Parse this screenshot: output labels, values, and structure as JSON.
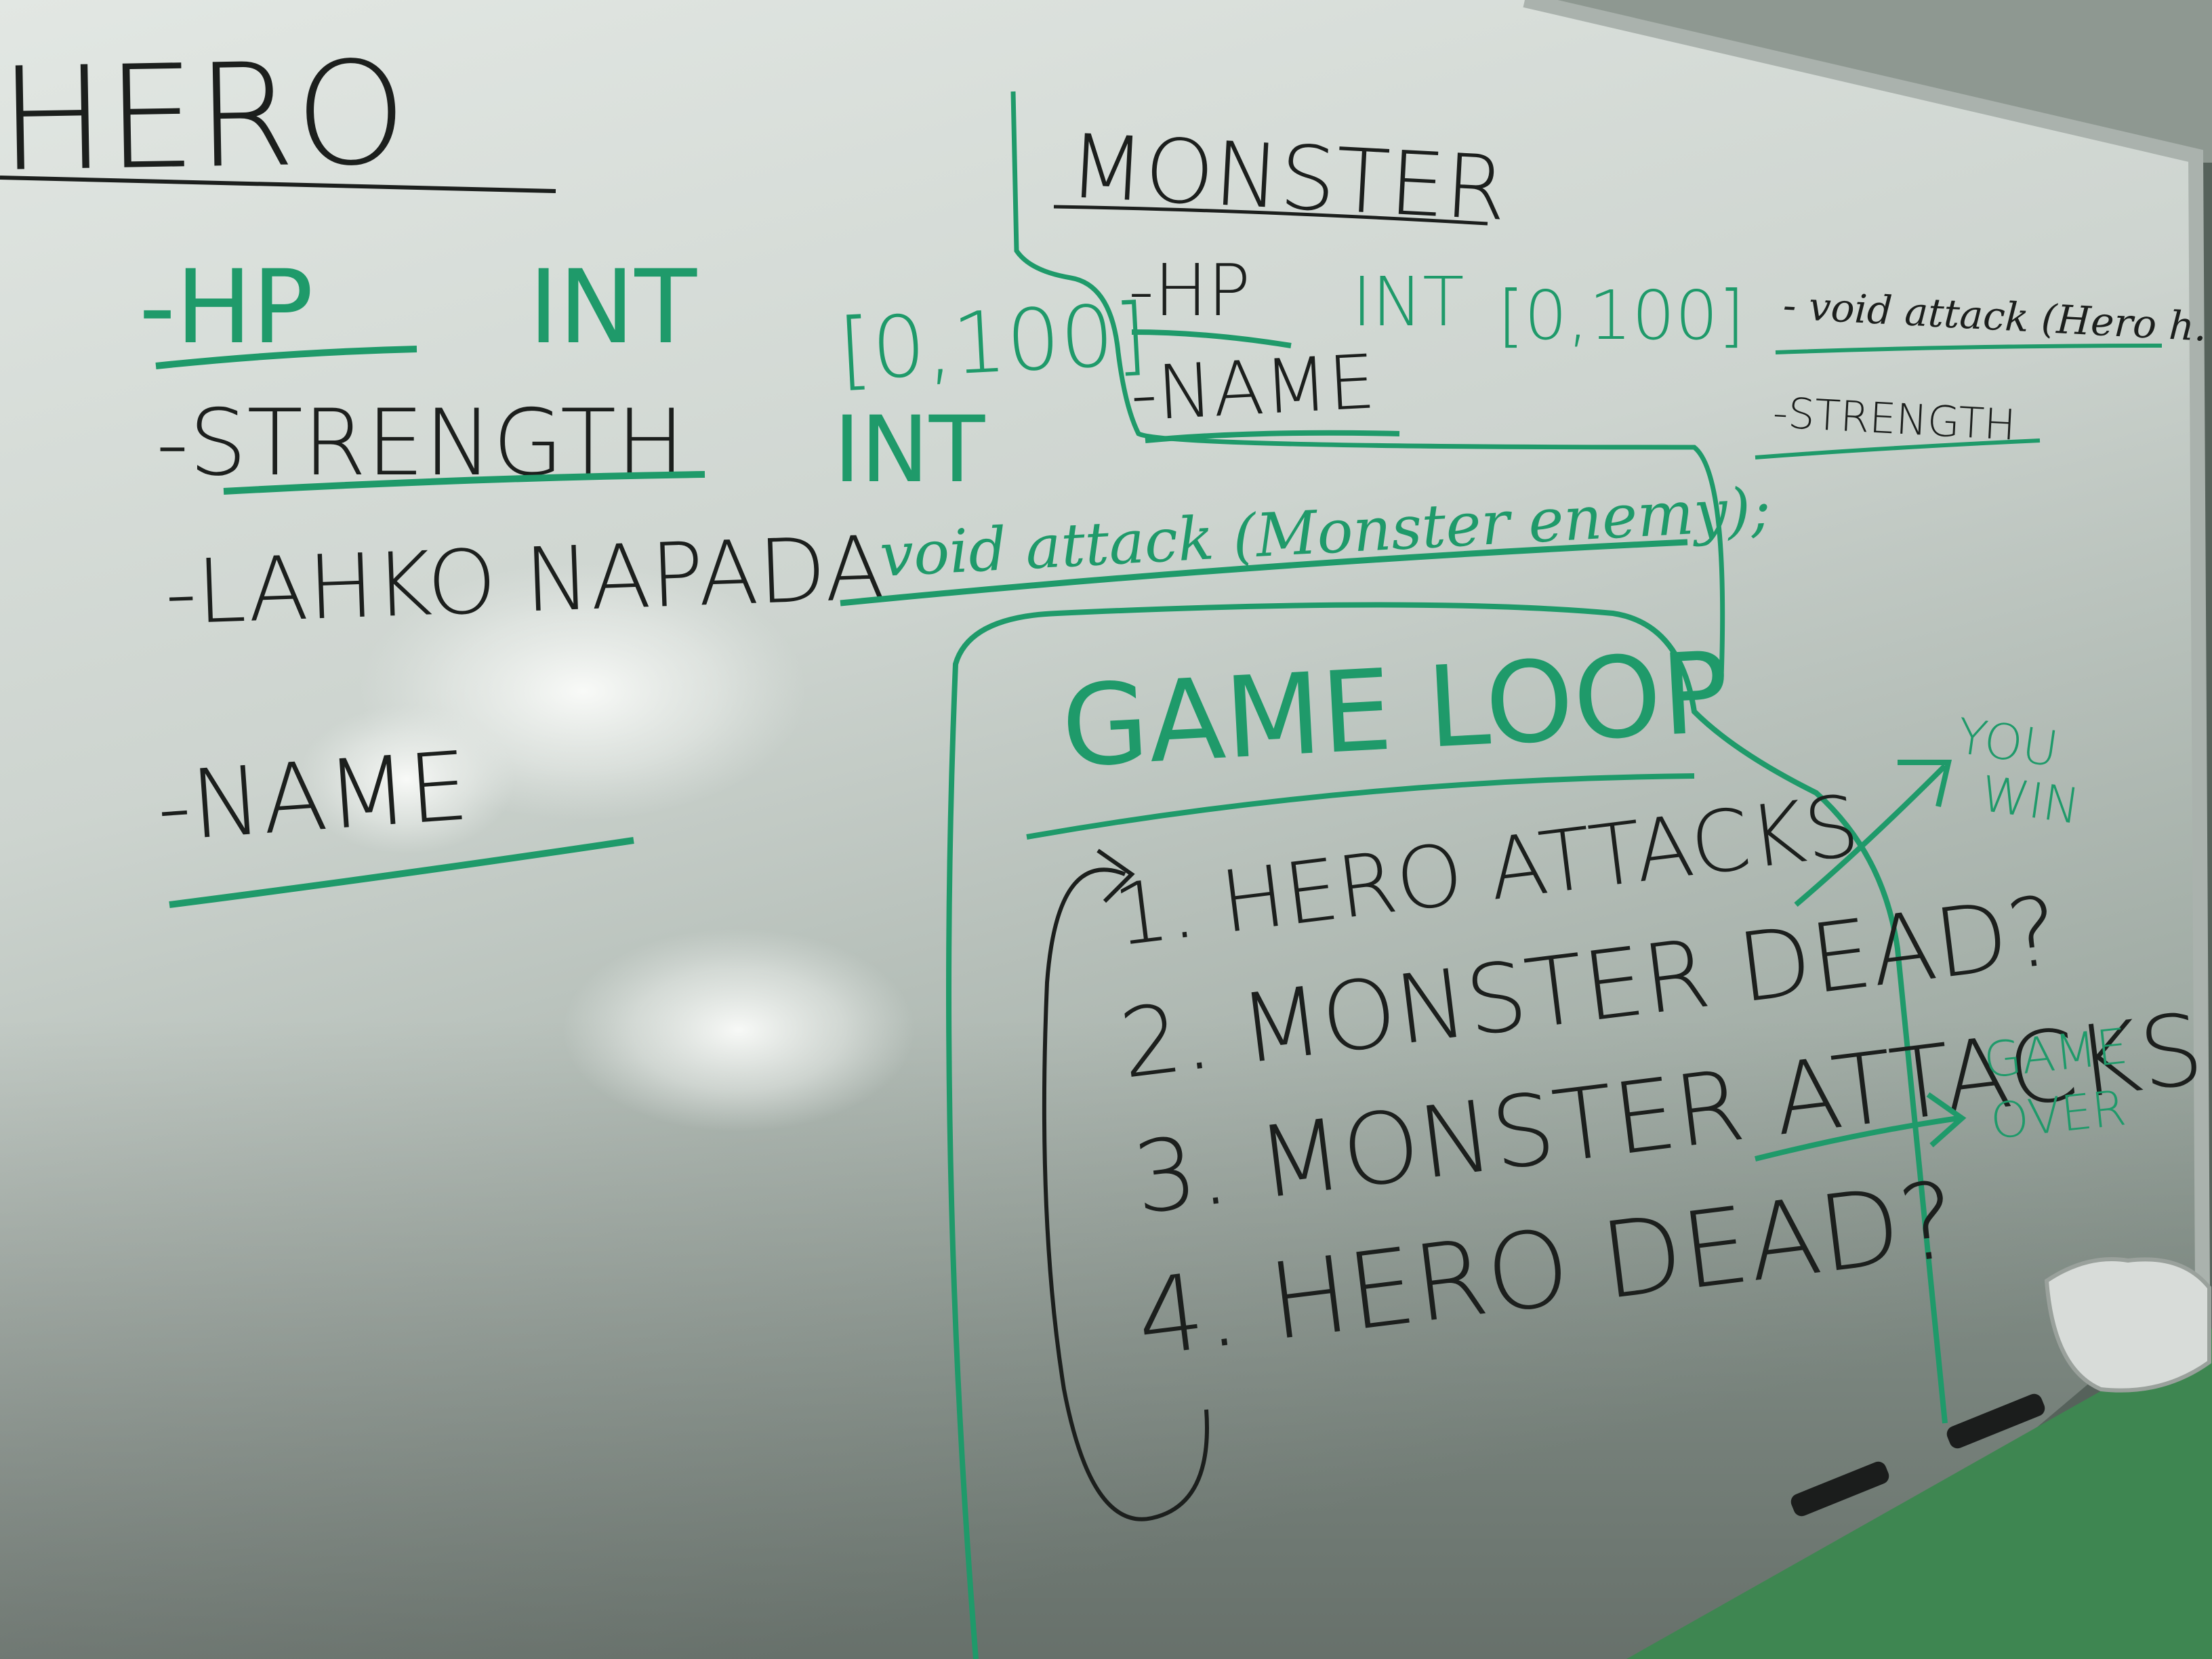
{
  "colors": {
    "wall": "#5e6b64",
    "board_top": "#dfe4e0",
    "board_mid": "#c9d0cb",
    "board_bottom": "#8d9a92",
    "frame": "#a8b0ab",
    "black_ink": "#1c1f1d",
    "green_ink": "#1f9a6a",
    "glare": "#f4f6f3",
    "ledge": "#3f8a52"
  },
  "hero": {
    "title": "HERO",
    "hp_label": "-HP",
    "hp_type": "INT",
    "hp_range": "[0,100]",
    "strength_label": "-STRENGTH",
    "strength_type": "INT",
    "ability_label": "-LAHKO NAPADA",
    "attack_method": "void attack (Monster enemy);",
    "name_label": "-NAME"
  },
  "monster": {
    "title": "MONSTER",
    "hp_label": "-HP",
    "hp_type": "INT",
    "hp_range": "[0,100]",
    "name_label": "-NAME",
    "attack_method": "- void attack (Hero h.",
    "strength_label": "-STRENGTH"
  },
  "game_loop": {
    "title": "GAME LOOP",
    "steps": [
      "1. HERO ATTACKS",
      "2. MONSTER DEAD?",
      "3. MONSTER ATTACKS",
      "4. HERO DEAD?"
    ],
    "outcome_win_line1": "YOU",
    "outcome_win_line2": "WIN",
    "outcome_over_line1": "GAME",
    "outcome_over_line2": "OVER"
  }
}
